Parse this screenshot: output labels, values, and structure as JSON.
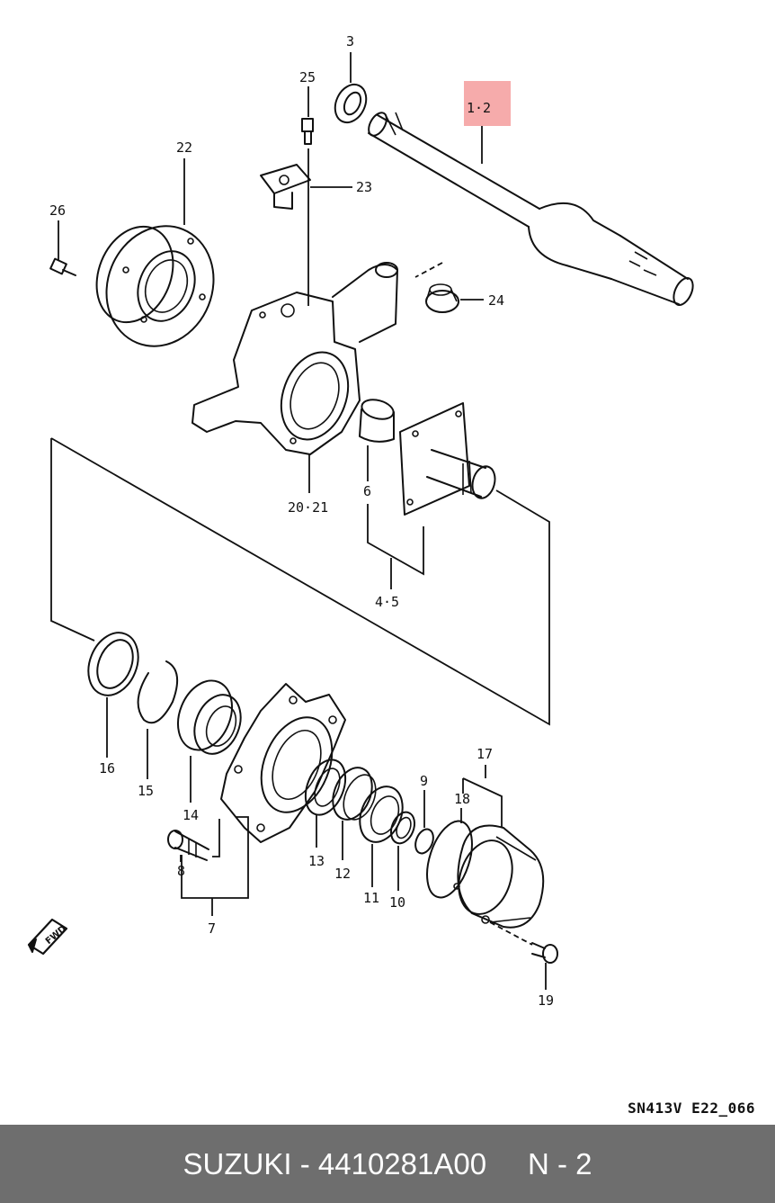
{
  "callouts": {
    "c1_2": "1·2",
    "c3": "3",
    "c4_5": "4·5",
    "c6": "6",
    "c7": "7",
    "c8": "8",
    "c9": "9",
    "c10": "10",
    "c11": "11",
    "c12": "12",
    "c13": "13",
    "c14": "14",
    "c15": "15",
    "c16": "16",
    "c17": "17",
    "c18": "18",
    "c19": "19",
    "c20_21": "20·21",
    "c22": "22",
    "c23": "23",
    "c24": "24",
    "c25": "25",
    "c26": "26"
  },
  "fwd_label": "FWD",
  "reference_code": "SN413V E22_066",
  "footer": {
    "brand": "SUZUKI",
    "separator": " - ",
    "part_number": "4410281A00",
    "gap": "     ",
    "note": "N - 2"
  },
  "colors": {
    "highlight": "#f38f8f",
    "footer_bg": "#6e6e6e",
    "footer_text": "#ffffff",
    "line": "#111111"
  }
}
